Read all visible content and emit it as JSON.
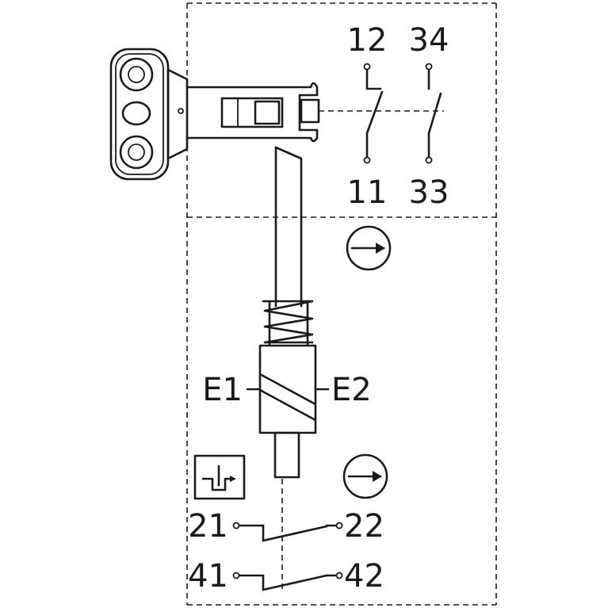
{
  "top_contacts": {
    "nc_top": "12",
    "nc_bottom": "11",
    "no_top": "34",
    "no_bottom": "33"
  },
  "coil": {
    "left_terminal": "E1",
    "right_terminal": "E2"
  },
  "bottom_contacts": {
    "row1_left": "21",
    "row1_right": "22",
    "row2_left": "41",
    "row2_right": "42"
  },
  "icons": {
    "actuator": "actuator-head-icon",
    "direction_upper": "arrow-right-circle-icon",
    "direction_lower": "arrow-right-circle-icon",
    "manual_release": "manual-release-icon"
  },
  "colors": {
    "line": "#1a1a1a",
    "background": "#ffffff"
  }
}
